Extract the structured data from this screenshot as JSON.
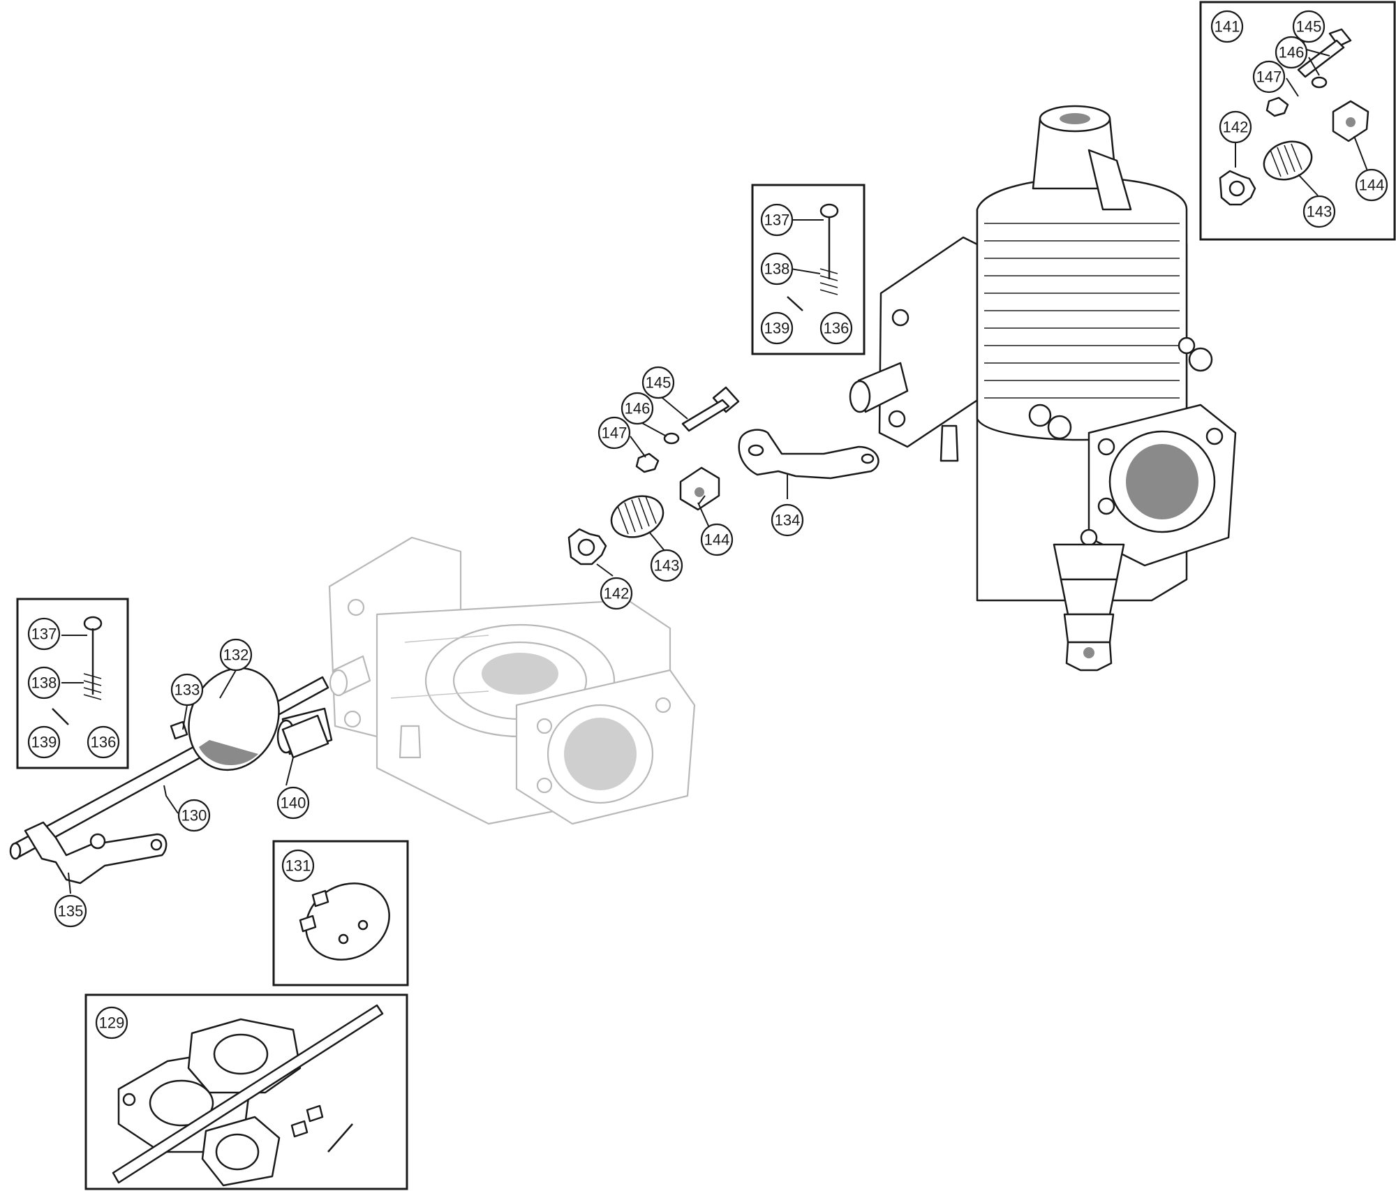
{
  "diagram": {
    "part_labels": {
      "l129": "129",
      "l130": "130",
      "l131": "131",
      "l132": "132",
      "l133": "133",
      "l134": "134",
      "l135": "135",
      "l136a": "136",
      "l136b": "136",
      "l137a": "137",
      "l137b": "137",
      "l138a": "138",
      "l138b": "138",
      "l139a": "139",
      "l139b": "139",
      "l140": "140",
      "l141": "141",
      "l142a": "142",
      "l142b": "142",
      "l143a": "143",
      "l143b": "143",
      "l144a": "144",
      "l144b": "144",
      "l145a": "145",
      "l145b": "145",
      "l146a": "146",
      "l146b": "146",
      "l147a": "147",
      "l147b": "147"
    }
  }
}
